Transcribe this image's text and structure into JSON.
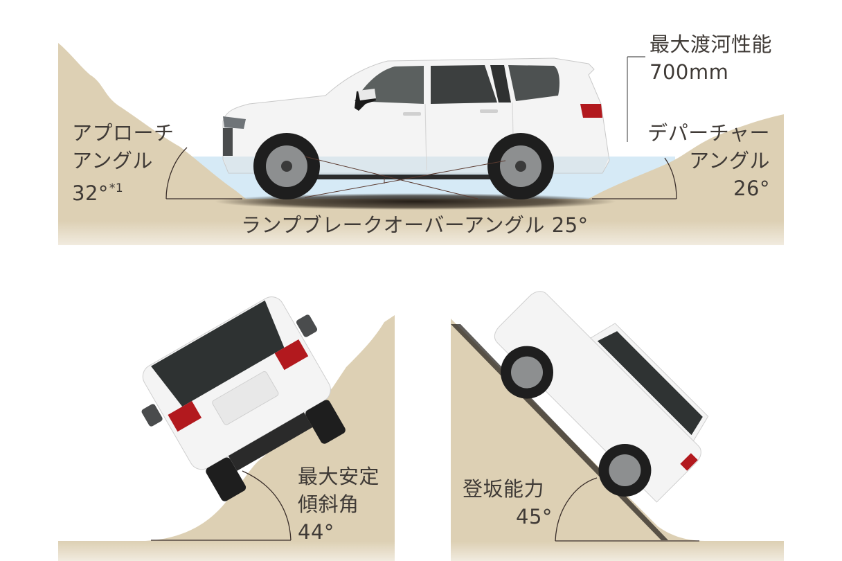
{
  "colors": {
    "sand": "#ddd0b4",
    "water": "#d6eaf6",
    "text": "#3f3a36",
    "line": "#3a2e2a",
    "vehicle_body": "#f4f4f4",
    "glass": "#3c3f3f",
    "tire": "#1e1e1e",
    "wheel": "#8d8f90",
    "taillight": "#b2191e"
  },
  "top_panel": {
    "approach_angle": {
      "lines": [
        "アプローチ",
        "アングル"
      ],
      "value": "32°",
      "note": "*1"
    },
    "departure_angle": {
      "lines": [
        "デパーチャー",
        "アングル"
      ],
      "value": "26°"
    },
    "wading_depth": {
      "label": "最大渡河性能",
      "value": "700mm"
    },
    "ramp_breakover": {
      "label": "ランプブレークオーバーアングル 25°"
    }
  },
  "bottom_left_panel": {
    "lines": [
      "最大安定",
      "傾斜角"
    ],
    "value": "44°"
  },
  "bottom_right_panel": {
    "label": "登坂能力",
    "value": "45°"
  }
}
